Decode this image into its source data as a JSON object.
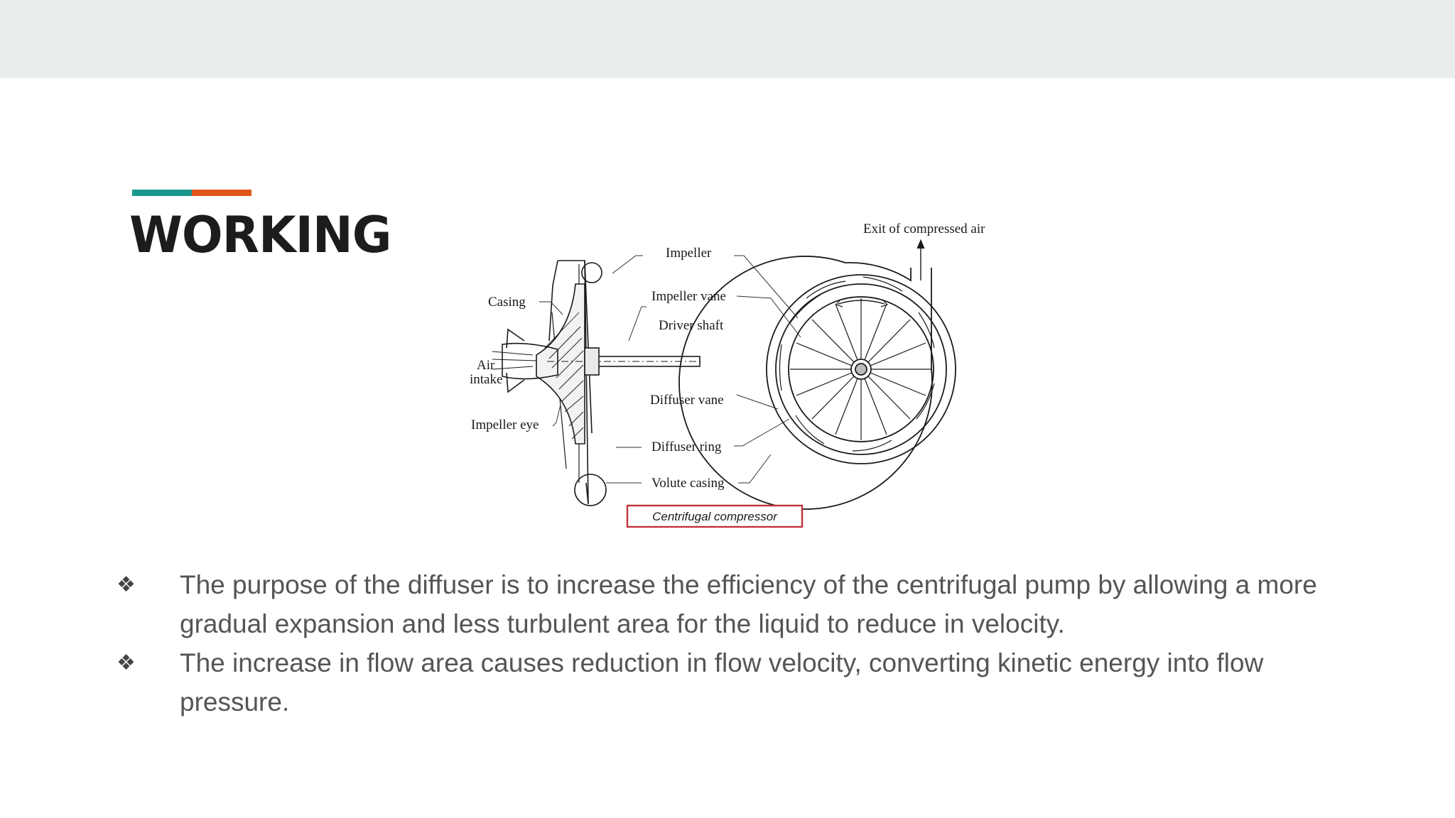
{
  "slide": {
    "title": "WORKING",
    "accent_colors": {
      "teal": "#1a968c",
      "orange": "#e1571a"
    }
  },
  "figure": {
    "labels": {
      "exit": "Exit of compressed air",
      "impeller": "Impeller",
      "impeller_vane": "Impeller vane",
      "casing": "Casing",
      "driver_shaft": "Driver shaft",
      "air": "Air",
      "intake": "intake",
      "diffuser_vane": "Diffuser vane",
      "impeller_eye": "Impeller eye",
      "diffuser_ring": "Diffuser ring",
      "volute_casing": "Volute casing"
    },
    "caption": "Centrifugal compressor",
    "caption_border_color": "#c0323c"
  },
  "bullets": [
    {
      "icon": "diamond-cluster-icon",
      "text": "The purpose of the diffuser is to increase the efficiency of the centrifugal pump by allowing a more gradual expansion and less turbulent area for the liquid to reduce in velocity."
    },
    {
      "icon": "diamond-cluster-icon",
      "text": "The increase in flow area causes reduction in flow velocity, converting kinetic energy into flow pressure."
    }
  ]
}
